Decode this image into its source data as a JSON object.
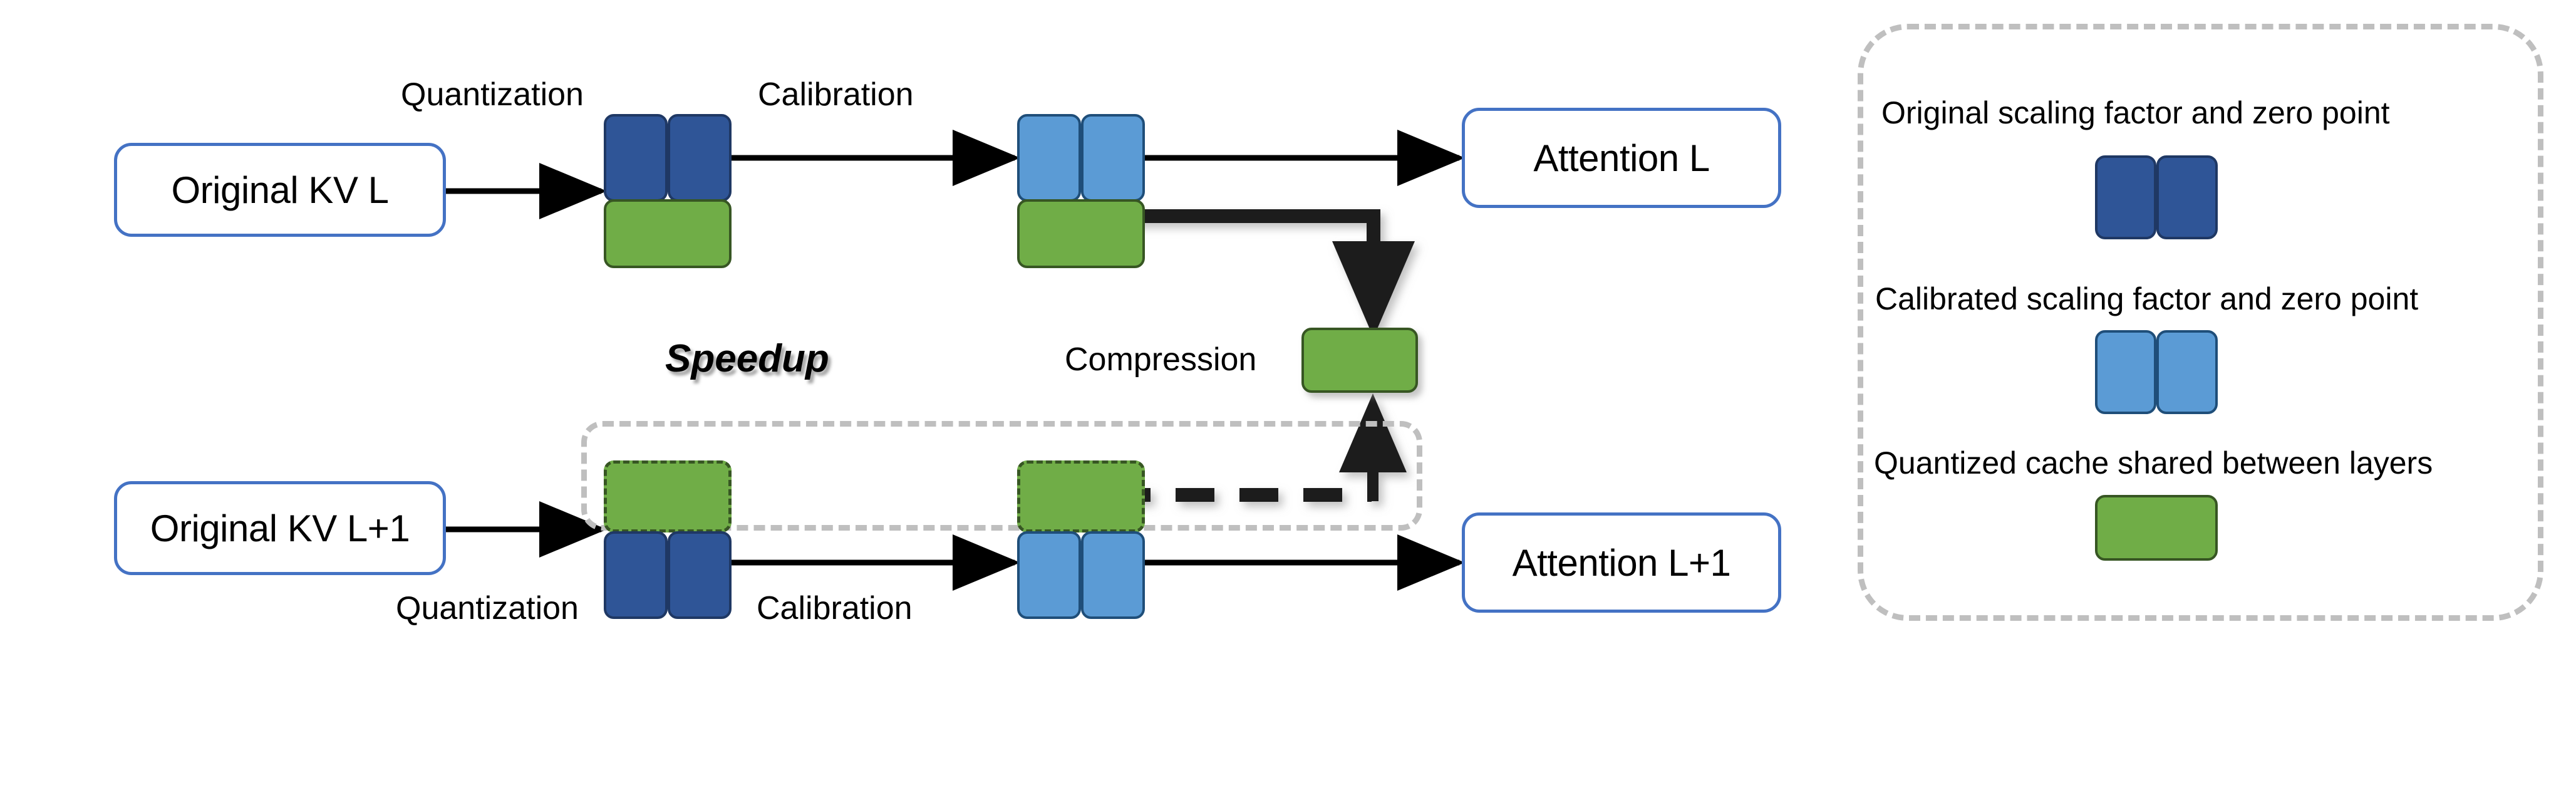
{
  "diagram": {
    "title_hidden": "",
    "colors": {
      "process_border": "#4472C4",
      "dark_blue": "#2F5597",
      "light_blue": "#5B9BD5",
      "green": "#70AD47",
      "green_border": "#375623",
      "dashed_gray": "#BFBFBF",
      "arrow_black": "#000000"
    },
    "nodes": {
      "original_kv_l": "Original KV L",
      "original_kv_l1": "Original KV L+1",
      "attention_l": "Attention L",
      "attention_l1": "Attention L+1",
      "compression": "Compression"
    },
    "edge_labels": {
      "quantization_top": "Quantization",
      "calibration_top": "Calibration",
      "quantization_bottom": "Quantization",
      "calibration_bottom": "Calibration"
    },
    "annotations": {
      "speedup": "Speedup"
    },
    "legend": {
      "items": [
        {
          "label": "Original scaling factor and zero point",
          "swatch": "dark-blue-pair"
        },
        {
          "label": "Calibrated scaling factor and zero point",
          "swatch": "light-blue-pair"
        },
        {
          "label": "Quantized cache shared between layers",
          "swatch": "green-single"
        }
      ]
    }
  }
}
